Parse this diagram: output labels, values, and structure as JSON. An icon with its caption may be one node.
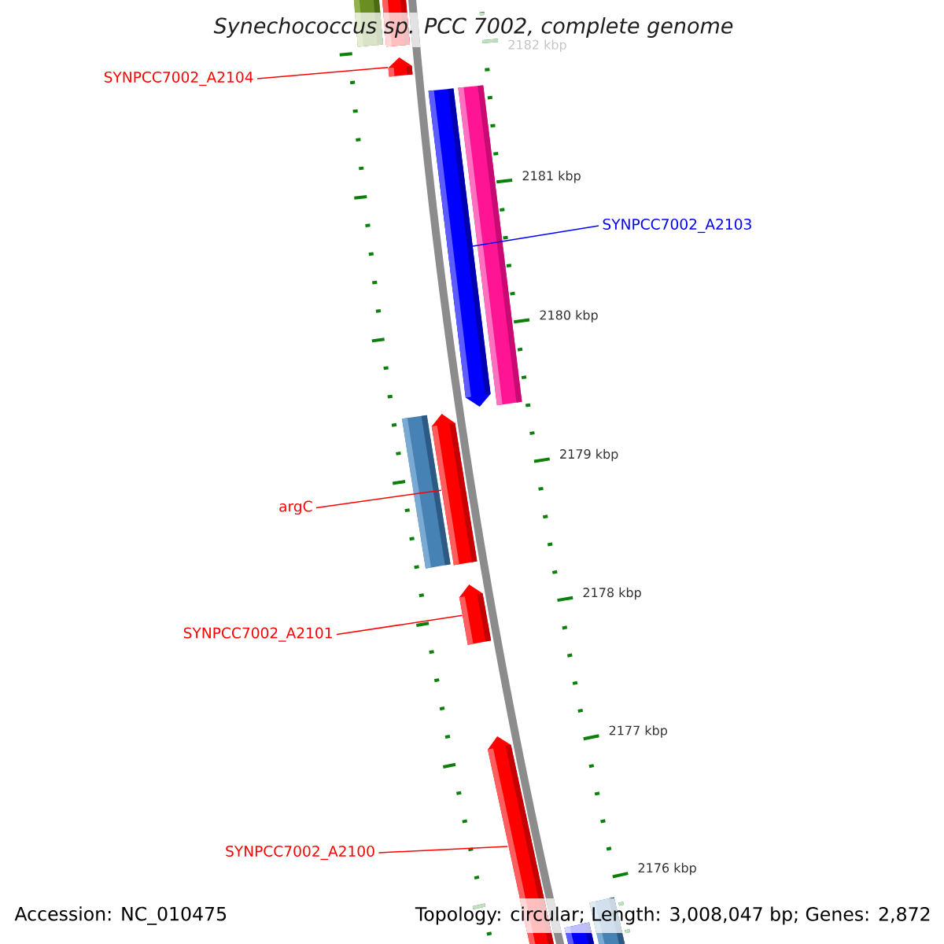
{
  "diagram": {
    "title": "Synechococcus sp. PCC 7002, complete genome",
    "nodes": [
      {
        "text": [],
        "shape": "bar"
      },
      {
        "text": [],
        "shape": "bar"
      },
      {
        "text": [],
        "shape": "bar"
      },
      {
        "text": [
          "SYNPCC7002_A2104"
        ]
      },
      {
        "text": [],
        "shape": "bar"
      },
      {
        "text": [],
        "shape": "bar"
      },
      {
        "text": [
          "SYNPCC7002_A2103"
        ]
      },
      {
        "text": [],
        "shape": "bar"
      },
      {
        "text": [],
        "shape": "bar"
      },
      {
        "text": [
          "argC"
        ]
      },
      {
        "text": [],
        "shape": "bar"
      },
      {
        "text": [
          "SYNPCC7002_A2101"
        ]
      },
      {
        "text": [],
        "shape": "bar"
      },
      {
        "text": [
          "SYNPCC7002_A2100"
        ]
      },
      {
        "text": [],
        "shape": "bar"
      },
      {
        "text": [],
        "shape": "bar"
      }
    ],
    "edges": [
      {
        "from": 3,
        "to": 2,
        "arrow": "none"
      },
      {
        "from": 6,
        "to": 5,
        "arrow": "none",
        "color": "#0000ff"
      },
      {
        "from": 9,
        "to": 7,
        "arrow": "none"
      },
      {
        "from": 11,
        "to": 10,
        "arrow": "none"
      },
      {
        "from": 13,
        "to": 12,
        "arrow": "none"
      }
    ],
    "labels": [
      "2182 kbp",
      "2181 kbp",
      "2180 kbp",
      "2179 kbp",
      "2178 kbp",
      "2177 kbp",
      "2176 kbp",
      "Accession: NC_010475",
      "Topology: circular; Length: 3,008,047 bp; Genes: 2,872"
    ]
  }
}
